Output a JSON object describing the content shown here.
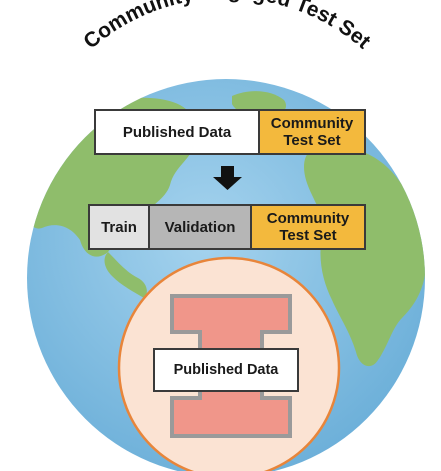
{
  "title": "Community-Engaged Test Set",
  "row1": {
    "published": "Published Data",
    "community": "Community\nTest Set"
  },
  "row2": {
    "train": "Train",
    "validation": "Validation",
    "community": "Community\nTest Set"
  },
  "inner": {
    "published": "Published Data"
  },
  "colors": {
    "ocean": "#86bfe0",
    "land": "#8dbb6a",
    "community_box": "#f3b93d",
    "inner_circle": "#fbe3d3",
    "inner_circle_border": "#e8853a",
    "block_i": "#f0968a"
  },
  "icons": {
    "arrow": "down-arrow-icon",
    "logo": "block-i-icon"
  }
}
